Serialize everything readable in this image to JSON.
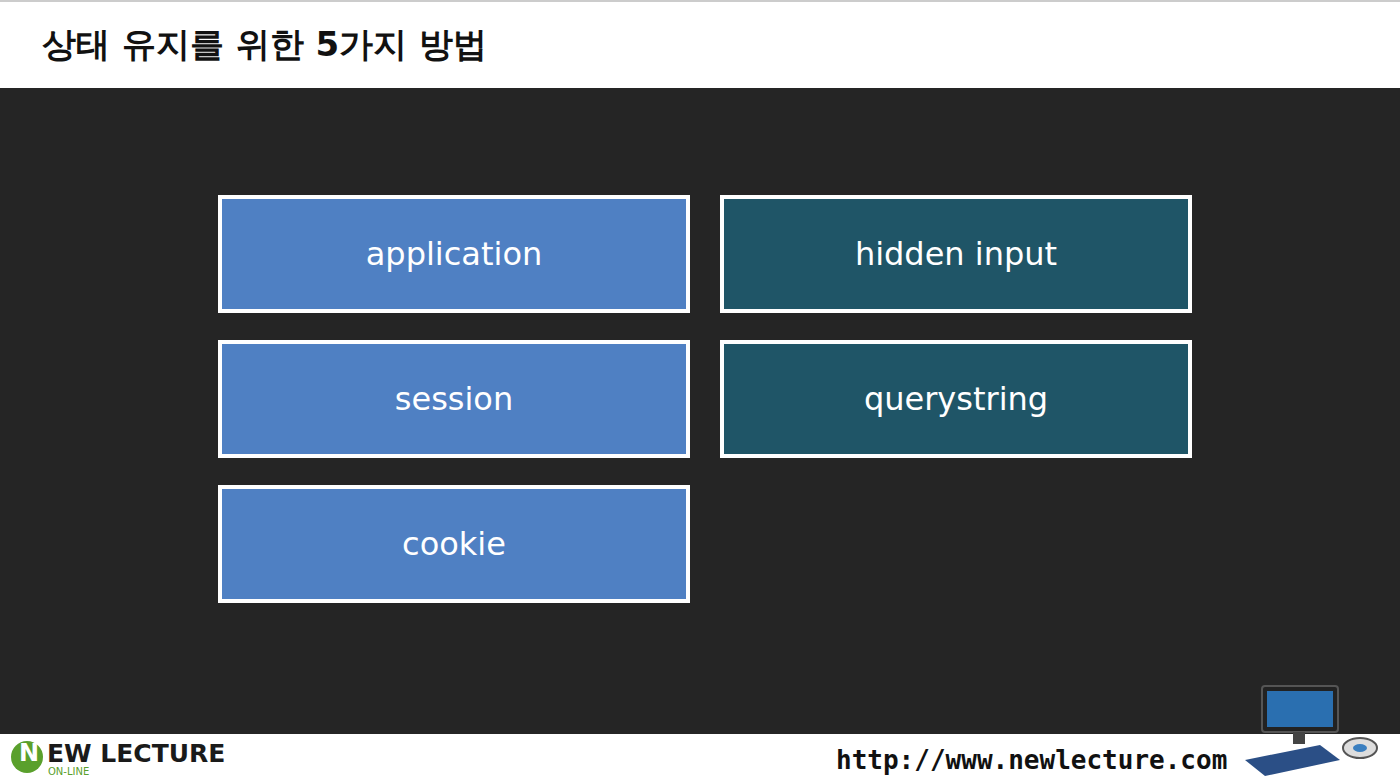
{
  "diagram": {
    "title": "상태 유지를 위한 5가지 방법",
    "nodes": [
      {
        "text": [
          "application"
        ]
      },
      {
        "text": [
          "hidden input"
        ]
      },
      {
        "text": [
          "session"
        ]
      },
      {
        "text": [
          "querystring"
        ]
      },
      {
        "text": [
          "cookie"
        ]
      }
    ],
    "labels": [
      "N",
      "EW LECTURE",
      "ON-LINE",
      "http://www.newlecture.com"
    ]
  }
}
